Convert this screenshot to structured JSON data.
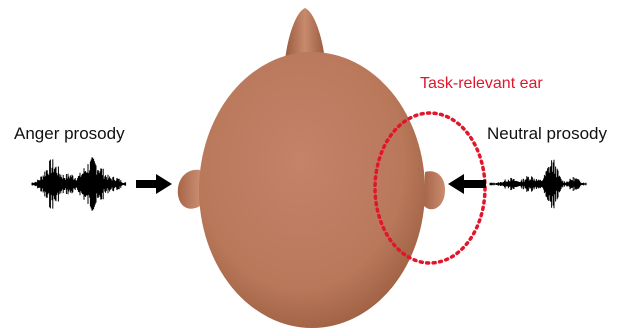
{
  "labels": {
    "left_prosody": "Anger prosody",
    "right_prosody": "Neutral prosody",
    "task_relevant": "Task-relevant ear"
  },
  "colors": {
    "skin": "#b9785a",
    "skin_dark": "#8c4f36",
    "highlight": "#e0162b",
    "ink": "#000000"
  },
  "icons": {
    "head": "head-top-view-icon",
    "left_arrow": "arrow-right-icon",
    "right_arrow": "arrow-left-icon",
    "left_wave": "waveform-icon",
    "right_wave": "waveform-icon"
  }
}
